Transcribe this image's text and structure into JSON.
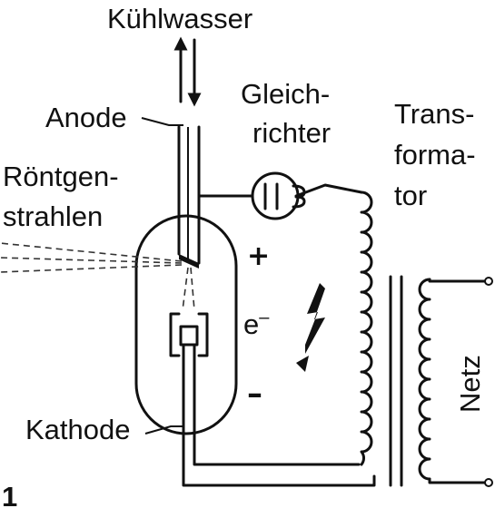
{
  "figure_number": "1",
  "labels": {
    "cooling_water": "Kühlwasser",
    "anode": "Anode",
    "rectifier_line1": "Gleich-",
    "rectifier_line2": "richter",
    "transformer_line1": "Trans-",
    "transformer_line2": "forma-",
    "transformer_line3": "tor",
    "xrays_line1": "Röntgen-",
    "xrays_line2": "strahlen",
    "plus": "+",
    "electron": "e",
    "electron_sup": "–",
    "minus": "–",
    "cathode": "Kathode",
    "mains": "Netz"
  },
  "icons": {
    "flow_arrows": "up-down-arrows",
    "lightning": "lightning-bolt"
  }
}
